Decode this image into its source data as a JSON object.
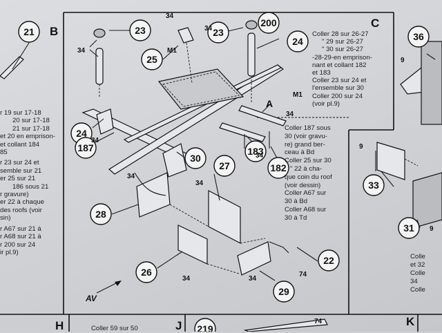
{
  "sections": {
    "A": "A",
    "B": "B",
    "C": "C",
    "H": "H",
    "J": "J",
    "K": "K"
  },
  "left_notes": [
    "r 19 sur 17-18",
    "20 sur 17-18",
    "21 sur 17-18",
    "et 20 en emprison-",
    "et collant 184",
    "85",
    "r 23 sur 24 et",
    "semble sur 21",
    "er 25 sur 21",
    "186 sous 21",
    "r gravure)",
    "er 22 à chaque",
    "des roofs (voir",
    "sin)",
    "r A67 sur 21 à",
    "",
    "r A68 sur 21 à",
    "",
    "",
    "r 200 sur 24",
    "ir pl.9)"
  ],
  "right_notes_top": [
    "Coller 28 sur 26-27",
    "\"    29 sur 26-27",
    "\"    30 sur 26-27",
    "-28-29-en emprison-",
    "nant et collant 182",
    "et 183",
    "Coller 23 sur 24 et",
    "l'ensemble sur 30",
    "Coller 200 sur 24",
    "(voir pl.9)"
  ],
  "right_notes_mid": [
    "Coller 187 sous",
    "30 (voir gravu-",
    "re) grand ber-",
    "ceau à Bd",
    "Coller 25 sur 30",
    "\"   22 à cha-",
    "que coin du roof",
    "(voir dessin)",
    "Coller A67 sur",
    "30 à Bd",
    "Coller A68 sur",
    "30 à Td"
  ],
  "far_right_notes": [
    "Colle",
    "et 32",
    "Colle",
    "34",
    "Colle"
  ],
  "bottom_texts": {
    "h_panel": "Coller 59 sur 50"
  },
  "callouts": {
    "c21": "21",
    "c23a": "23",
    "c25": "25",
    "c23b": "23",
    "c200": "200",
    "c24a": "24",
    "c24b": "24",
    "c187": "187",
    "c30": "30",
    "c183": "183",
    "c182": "182",
    "c27": "27",
    "c28": "28",
    "c26": "26",
    "c29": "29",
    "c22": "22",
    "c36": "36",
    "c33": "33",
    "c31": "31",
    "c219": "219"
  },
  "part_labels": {
    "p34_a": "34",
    "p34_b": "34",
    "p34_c": "34",
    "p34_d": "34",
    "p34_e": "34",
    "p34_f": "34",
    "p34_g": "34",
    "p34_h": "34",
    "p34_i": "34",
    "p34_j": "34",
    "m1_a": "M1",
    "m1_b": "M1",
    "p74_a": "74",
    "p74_b": "74",
    "p9_a": "9",
    "p9_b": "9",
    "p9_c": "9",
    "arrow_a": "A",
    "av": "AV"
  }
}
